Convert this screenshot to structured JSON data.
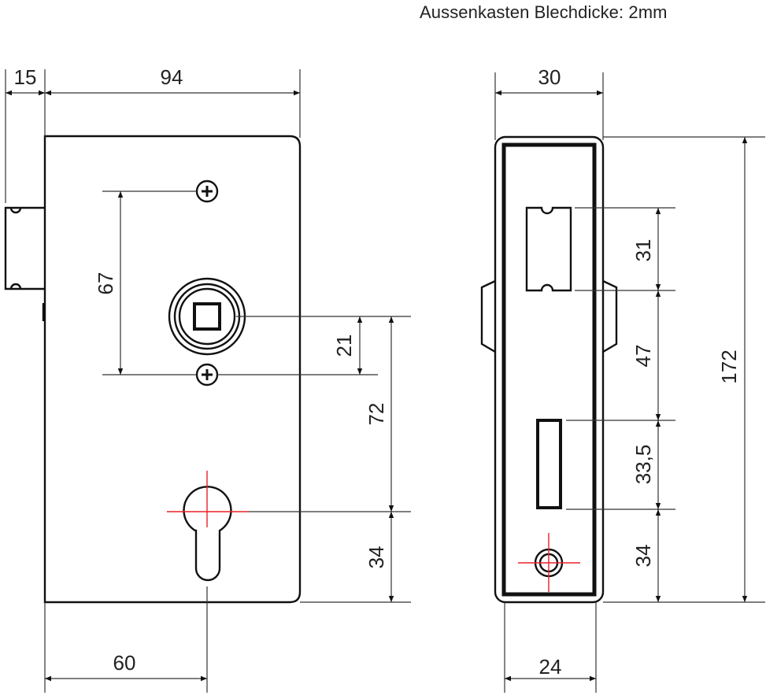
{
  "note": "Aussenkasten Blechdicke: 2mm",
  "colors": {
    "line": "#111111",
    "dimension": "#333333",
    "centerline": "#e8202a",
    "text": "#222222"
  },
  "front_view": {
    "dimensions": {
      "faceplate_depth": "15",
      "box_width": "94",
      "screw_spacing": "67",
      "follower_to_screw": "21",
      "follower_to_cylinder": "72",
      "cylinder_to_bottom": "34",
      "backset": "60"
    },
    "features": [
      "faceplate",
      "follower-square",
      "mounting-screw-top",
      "mounting-screw-bottom",
      "euro-cylinder-cutout"
    ]
  },
  "side_view": {
    "dimensions": {
      "faceplate_width": "30",
      "height": "172",
      "latch_height": "31",
      "latch_to_bolt": "47",
      "bolt_height": "33,5",
      "bolt_to_bottom": "34",
      "inner_width": "24"
    },
    "features": [
      "latch-bolt-opening",
      "dead-bolt-opening",
      "fixing-hole"
    ]
  }
}
